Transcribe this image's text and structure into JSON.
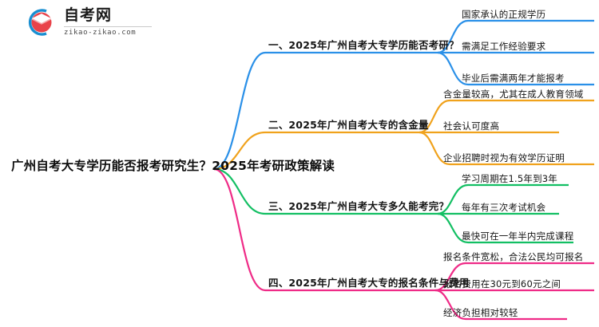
{
  "logo": {
    "brand_name": "自考网",
    "domain": "zikao-zikao.com",
    "mark_icon": "graduation-cap-icon",
    "arc_color": "#1a8fd1",
    "cap_color": "#e03127"
  },
  "mindmap": {
    "root": {
      "label": "广州自考大专学历能否报考研究生？2025年考研政策解读"
    },
    "branches": [
      {
        "label": "一、2025年广州自考大专学历能否考研？",
        "color": "#2a90e8",
        "leaves": [
          {
            "label": "国家承认的正规学历"
          },
          {
            "label": "需满足工作经验要求"
          },
          {
            "label": "毕业后需满两年才能报考"
          }
        ]
      },
      {
        "label": "二、2025年广州自考大专的含金量",
        "color": "#f0a21c",
        "leaves": [
          {
            "label": "含金量较高，尤其在成人教育领域"
          },
          {
            "label": "社会认可度高"
          },
          {
            "label": "企业招聘时视为有效学历证明"
          }
        ]
      },
      {
        "label": "三、2025年广州自考大专多久能考完？",
        "color": "#13bf63",
        "leaves": [
          {
            "label": "学习周期在1.5年到3年"
          },
          {
            "label": "每年有三次考试机会"
          },
          {
            "label": "最快可在一年半内完成课程"
          }
        ]
      },
      {
        "label": "四、2025年广州自考大专的报名条件与费用",
        "color": "#ef2b87",
        "leaves": [
          {
            "label": "报名条件宽松，合法公民均可报名"
          },
          {
            "label": "报名费用在30元到60元之间"
          },
          {
            "label": "经济负担相对较轻"
          }
        ]
      }
    ]
  }
}
